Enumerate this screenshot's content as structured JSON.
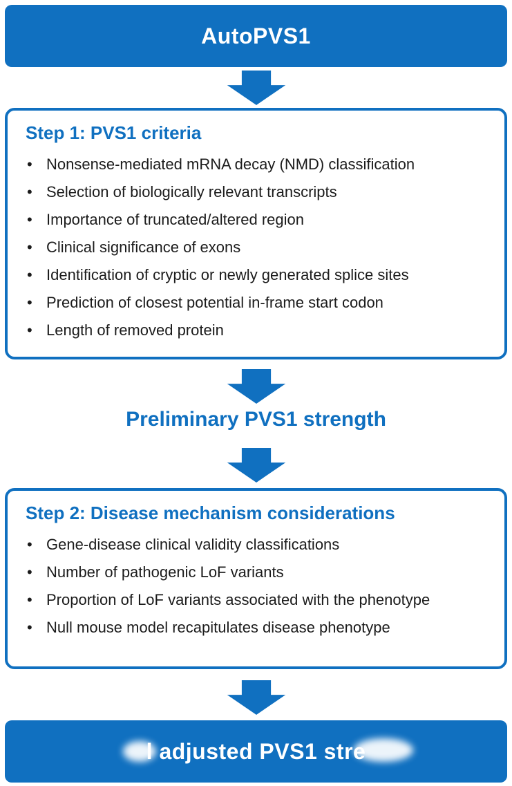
{
  "colors": {
    "accent": "#1070c0",
    "body_text": "#1b1b1b"
  },
  "banner": {
    "label": "AutoPVS1"
  },
  "step1": {
    "heading": "Step 1: PVS1 criteria",
    "bullets": [
      "Nonsense-mediated mRNA decay (NMD) classification",
      "Selection of biologically relevant transcripts",
      "Importance of truncated/altered region",
      "Clinical significance of exons",
      "Identification of cryptic or newly generated splice sites",
      "Prediction of closest potential in-frame start codon",
      "Length of removed protein"
    ]
  },
  "intermediate": {
    "label": "Preliminary PVS1 strength"
  },
  "step2": {
    "heading": "Step 2: Disease mechanism considerations",
    "bullets": [
      "Gene-disease clinical validity classifications",
      "Number of pathogenic LoF variants",
      "Proportion of LoF variants associated with the phenotype",
      "Null mouse model recapitulates disease phenotype"
    ]
  },
  "result": {
    "label": "l adjusted PVS1 stre"
  }
}
